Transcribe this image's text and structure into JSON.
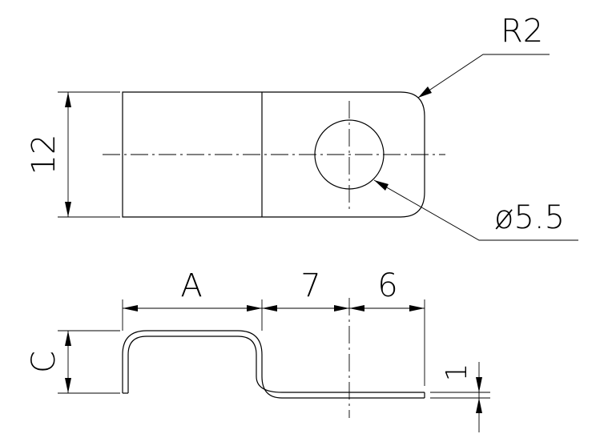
{
  "labels": {
    "radius": "R2",
    "hole_diameter": "ø5.5",
    "width": "12",
    "dim_a": "A",
    "dim_7": "7",
    "dim_6": "6",
    "dim_c": "C",
    "thickness": "1"
  }
}
